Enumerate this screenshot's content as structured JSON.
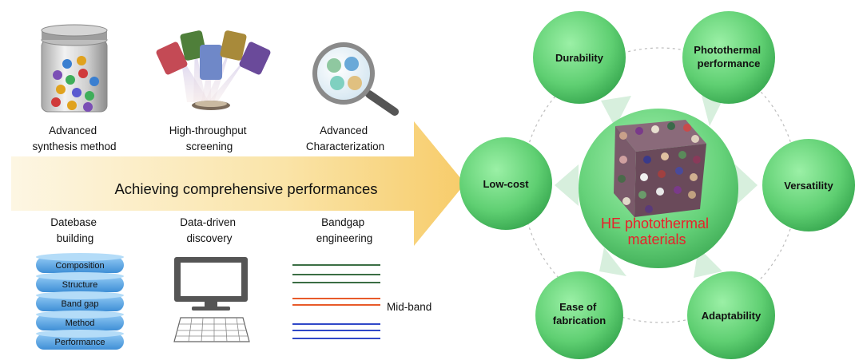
{
  "main_arrow": {
    "label": "Achieving comprehensive performances"
  },
  "top_items": [
    {
      "lines": [
        "Advanced",
        "synthesis method"
      ],
      "icon": "jar-of-spheres-icon"
    },
    {
      "lines": [
        "High-throughput",
        "screening"
      ],
      "icon": "multi-beam-screening-icon"
    },
    {
      "lines": [
        "Advanced",
        "Characterization"
      ],
      "icon": "magnifying-glass-icon"
    }
  ],
  "bottom_items": [
    {
      "lines": [
        "Datebase",
        "building"
      ],
      "icon": "database-stack-icon"
    },
    {
      "lines": [
        "Data-driven",
        "discovery"
      ],
      "icon": "computer-icon"
    },
    {
      "lines": [
        "Bandgap",
        "engineering"
      ],
      "icon": "band-lines-icon"
    }
  ],
  "database_layers": [
    "Composition",
    "Structure",
    "Band gap",
    "Method",
    "Performance"
  ],
  "bandgap": {
    "midband_label": "Mid-band"
  },
  "center": {
    "lines": [
      "HE photothermal",
      "materials"
    ]
  },
  "properties": [
    {
      "id": "durability",
      "lines": [
        "Durability"
      ]
    },
    {
      "id": "photothermal-performance",
      "lines": [
        "Photothermal",
        "performance"
      ]
    },
    {
      "id": "versatility",
      "lines": [
        "Versatility"
      ]
    },
    {
      "id": "adaptability",
      "lines": [
        "Adaptability"
      ]
    },
    {
      "id": "ease-of-fabrication",
      "lines": [
        "Ease of",
        "fabrication"
      ]
    },
    {
      "id": "low-cost",
      "lines": [
        "Low-cost"
      ]
    }
  ],
  "colors": {
    "circle_light": "#7ee08e",
    "circle_dark": "#2fa44b",
    "center_text": "#e8202a",
    "arrow_start": "#fdf6e3",
    "arrow_end": "#f7d078",
    "band_dark_green": "#1f5a2a",
    "band_red": "#e85a2a",
    "band_blue": "#3048c8"
  }
}
